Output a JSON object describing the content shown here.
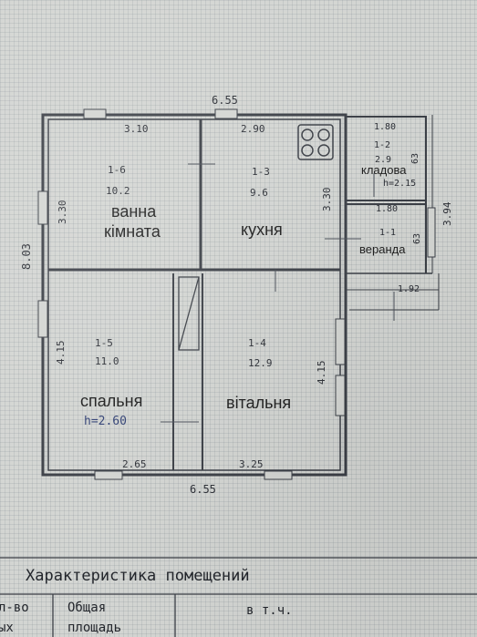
{
  "plan": {
    "dimensions": {
      "top_total": "6.55",
      "top_left": "3.10",
      "top_mid": "2.90",
      "left_total": "8.03",
      "left_upper": "3.30",
      "left_lower": "4.15",
      "inner_upper": "3.30",
      "inner_lower": "4.15",
      "bottom_left": "2.65",
      "bottom_mid": "3.25",
      "bottom_total": "6.55",
      "right_total": "3.94",
      "annex_top": "1.80",
      "annex_mid": "1.80",
      "annex_bottom": "1.92",
      "annex_small1": "63",
      "annex_small2": "63"
    },
    "rooms": [
      {
        "id": "1-6",
        "area": "10.2",
        "name_line1": "ванна",
        "name_line2": "кімната"
      },
      {
        "id": "1-3",
        "area": "9.6",
        "name": "кухня"
      },
      {
        "id": "1-2",
        "area": "2.9",
        "height": "h=2.15",
        "name": "кладова"
      },
      {
        "id": "1-1",
        "name": "веранда"
      },
      {
        "id": "1-5",
        "area": "11.0",
        "height": "h=2.60",
        "name": "спальня"
      },
      {
        "id": "1-4",
        "area": "12.9",
        "name": "вітальня"
      }
    ]
  },
  "table": {
    "title": "Характеристика помещений",
    "col1_line1": "л-во",
    "col1_line2": "ых",
    "col2_line1": "Общая",
    "col2_line2": "площадь",
    "col3": "в  т.ч."
  }
}
